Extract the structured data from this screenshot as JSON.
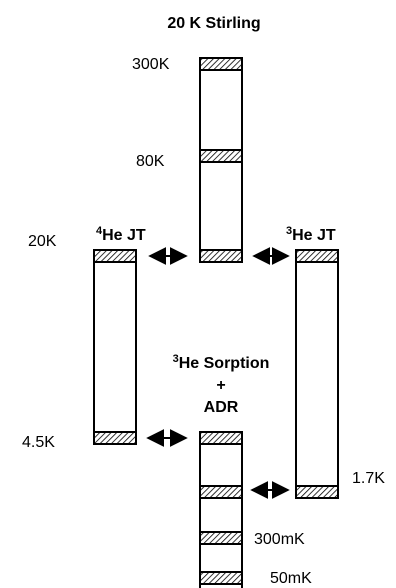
{
  "title": "20 K Stirling",
  "stages": {
    "stirling": {
      "temps": [
        "300K",
        "80K"
      ]
    },
    "he4_jt": {
      "label_sup": "4",
      "label_main": "He JT",
      "temp_top": "20K",
      "temp_bottom": "4.5K"
    },
    "he3_jt": {
      "label_sup": "3",
      "label_main": "He JT",
      "temp_bottom": "1.7K"
    },
    "sorption_adr": {
      "label_sup": "3",
      "label_main": "He Sorption",
      "label_plus": "+",
      "label_adr": "ADR",
      "temps": [
        "300mK",
        "50mK"
      ]
    }
  },
  "connector_icon": "double-headed-arrow-icon",
  "colors": {
    "line": "#000000",
    "hatch": "#000000",
    "background": "#ffffff"
  }
}
